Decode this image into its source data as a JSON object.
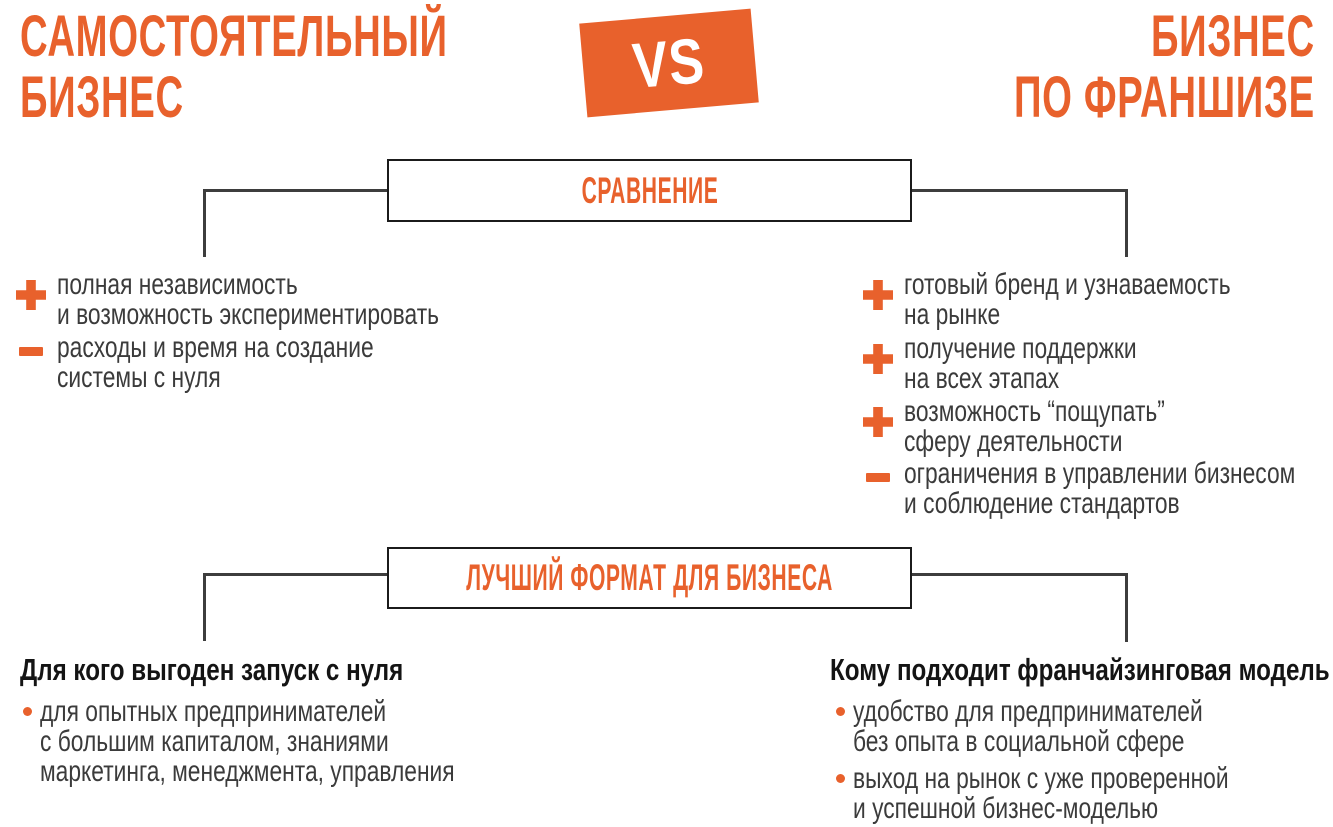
{
  "colors": {
    "accent_orange": "#E8612C",
    "body_text": "#3B3B3B",
    "heading_text": "#141414",
    "connector_line": "#3D3D3D",
    "box_border": "#1B1B1B",
    "vs_text_on_orange": "#FFFFFF"
  },
  "icons": {
    "positive": "plus-icon",
    "negative": "minus-icon",
    "bullet": "bullet-dot-icon"
  },
  "header": {
    "left_title_line1": "САМОСТОЯТЕЛЬНЫЙ",
    "left_title_line2": "БИЗНЕС",
    "vs_label": "VS",
    "right_title_line1": "БИЗНЕС",
    "right_title_line2": "ПО ФРАНШИЗЕ"
  },
  "comparison": {
    "box_label": "СРАВНЕНИЕ",
    "left_items": [
      {
        "sign": "plus",
        "lines": [
          "полная независимость",
          "и возможность экспериментировать"
        ]
      },
      {
        "sign": "minus",
        "lines": [
          "расходы и время на создание",
          "системы с нуля"
        ]
      }
    ],
    "right_items": [
      {
        "sign": "plus",
        "lines": [
          "готовый бренд и узнаваемость",
          "на рынке"
        ]
      },
      {
        "sign": "plus",
        "lines": [
          "получение поддержки",
          "на всех этапах"
        ]
      },
      {
        "sign": "plus",
        "lines": [
          "возможность “пощупать”",
          "сферу деятельности"
        ]
      },
      {
        "sign": "minus",
        "lines": [
          "ограничения в управлении бизнесом",
          "и соблюдение стандартов"
        ]
      }
    ]
  },
  "best_format": {
    "box_label": "ЛУЧШИЙ ФОРМАТ ДЛЯ БИЗНЕСА",
    "left": {
      "heading": "Для кого выгоден запуск с нуля",
      "bullets": [
        {
          "lines": [
            "для опытных предпринимателей",
            "с большим капиталом, знаниями",
            "маркетинга, менеджмента, управления"
          ]
        }
      ]
    },
    "right": {
      "heading": "Кому подходит франчайзинговая модель",
      "bullets": [
        {
          "lines": [
            "удобство для предпринимателей",
            "без опыта в социальной сфере"
          ]
        },
        {
          "lines": [
            "выход на рынок с уже проверенной",
            "и успешной бизнес-моделью"
          ]
        }
      ]
    }
  }
}
